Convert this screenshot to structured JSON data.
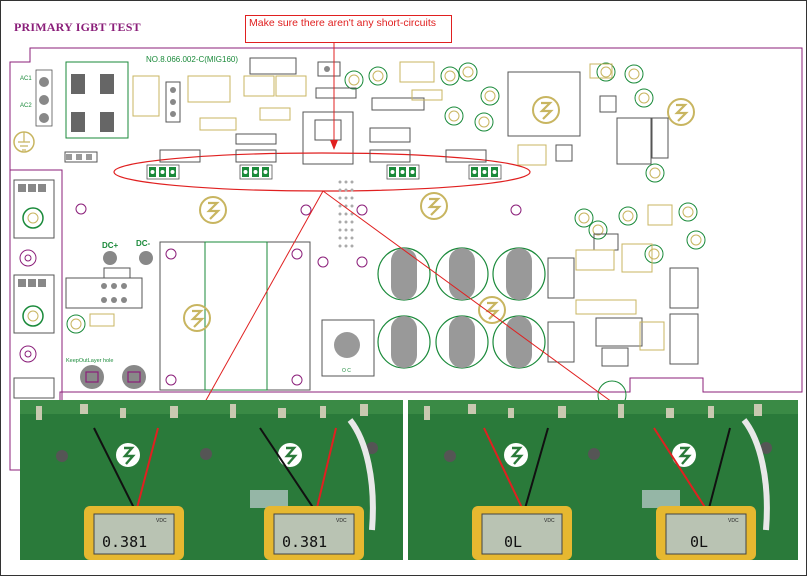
{
  "title": "PRIMARY IGBT TEST",
  "callout": "Make sure there aren't any short-circuits",
  "board": {
    "part_number": "NO.8.066.002-C(MIG160)",
    "labels": {
      "ac1": "AC1",
      "ac2": "AC2",
      "dc_plus": "DC+",
      "dc_minus": "DC-",
      "keepout": "KeepOutLayer hole"
    },
    "colors": {
      "outline": "#8b1f7a",
      "silk": "#c8b560",
      "green": "#1a8a3a",
      "callout": "#e02020",
      "pcb": "#1f6b2e"
    }
  },
  "photos": {
    "left": {
      "meter_1": {
        "reading": "0.381",
        "unit": "VDC"
      },
      "meter_2": {
        "reading": "0.381",
        "unit": "VDC"
      }
    },
    "right": {
      "meter_1": {
        "reading": "0L",
        "unit": "VDC"
      },
      "meter_2": {
        "reading": "0L",
        "unit": "VDC"
      }
    }
  }
}
